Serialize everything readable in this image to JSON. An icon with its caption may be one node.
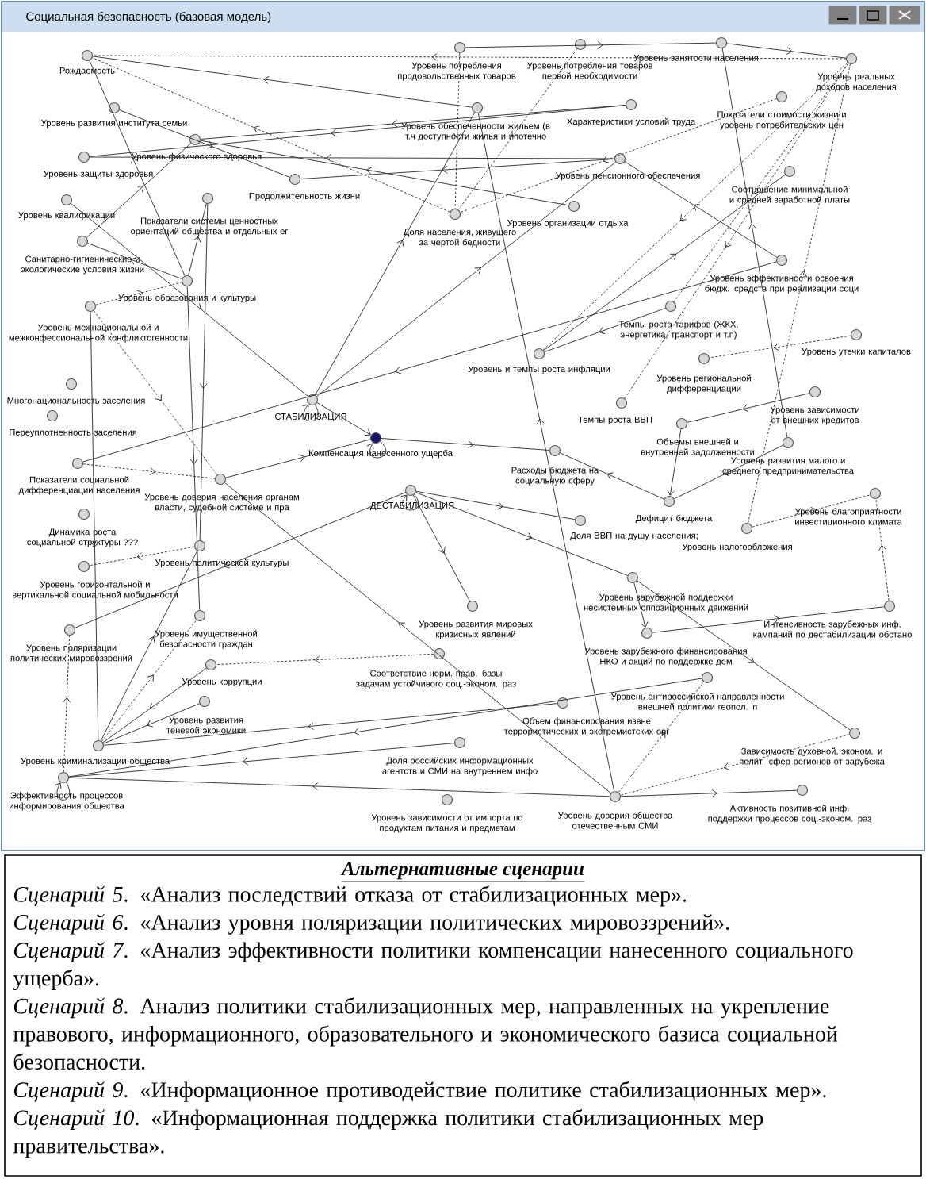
{
  "diagram": {
    "title": "Социальная безопасность (базовая модель)",
    "nodes": [
      {
        "text": [
          "Рождаемость"
        ]
      },
      {
        "text": [
          "Уровень развития института семьи"
        ]
      },
      {
        "text": [
          "Уровень физического здоровья"
        ]
      },
      {
        "text": [
          "Уровень защиты здоровья"
        ]
      },
      {
        "text": [
          "Продолжительность жизни"
        ]
      },
      {
        "text": [
          "Уровень квалификации"
        ]
      },
      {
        "text": [
          "Показатели системы ценностных ориентаций общества и отдельных ег"
        ]
      },
      {
        "text": [
          "Санитарно-гигиенические и экологические условия жизни"
        ]
      },
      {
        "text": [
          "Уровень образования и культуры"
        ]
      },
      {
        "text": [
          "Уровень межнациональной и межконфессиональной конфликтогенности"
        ]
      },
      {
        "text": [
          "Многонациональность заселения"
        ]
      },
      {
        "text": [
          "Переуплотненность заселения"
        ]
      },
      {
        "text": [
          "СТАБИЛИЗАЦИЯ"
        ]
      },
      {
        "text": [
          "Уровень потребления продовольственных товаров"
        ]
      },
      {
        "text": [
          "Уровень потребления товаров первой необходимости"
        ]
      },
      {
        "text": [
          "Уровень обеспеченности жильем (в т.ч доступности жилья и ипотечно"
        ]
      },
      {
        "text": [
          "Характеристики условий труда"
        ]
      },
      {
        "text": [
          "Уровень пенсионного обеспечения"
        ]
      },
      {
        "text": [
          "Доля населения, живущего за чертой бедности"
        ]
      },
      {
        "text": [
          "Уровень организации отдыха"
        ]
      },
      {
        "text": [
          "Уровень занятости населения"
        ]
      },
      {
        "text": [
          "Уровень реальных доходов населения"
        ]
      },
      {
        "text": [
          "Показатели стоимости жизни и уровень потребительских цен"
        ]
      },
      {
        "text": [
          "Соотношение минимальной и средней заработной платы"
        ]
      },
      {
        "text": [
          "Уровень эффективности освоения бюдж. средств при реализации соци"
        ]
      },
      {
        "text": [
          "Темпы роста тарифов (ЖКХ, энергетика, транспорт и т.п)"
        ]
      },
      {
        "text": [
          "Уровень утечки капиталов"
        ]
      },
      {
        "text": [
          "Уровень и темпы роста инфляции"
        ]
      },
      {
        "text": [
          "Уровень региональной дифференциации"
        ]
      },
      {
        "text": [
          "Темпы роста ВВП"
        ]
      },
      {
        "text": [
          "Уровень зависимости от внешних кредитов"
        ]
      },
      {
        "text": [
          "Объемы внешней и внутренней задолженности"
        ]
      },
      {
        "text": [
          "Уровень развития малого и среднего предпринимательства"
        ]
      },
      {
        "text": [
          "Компенсация нанесенного ущерба"
        ]
      },
      {
        "text": [
          "Расходы бюджета на социальную сферу"
        ]
      },
      {
        "text": [
          "Дефицит бюджета"
        ]
      },
      {
        "text": [
          "Уровень благоприятности инвестиционного климата"
        ]
      },
      {
        "text": [
          "ДЕСТАБИЛИЗАЦИЯ"
        ]
      },
      {
        "text": [
          "Доля ВВП на душу населения;"
        ]
      },
      {
        "text": [
          "Уровень налогообложения"
        ]
      },
      {
        "text": [
          "Показатели социальной дифференциации населения"
        ]
      },
      {
        "text": [
          "Уровень доверия населения органам власти, судебной системе и пра"
        ]
      },
      {
        "text": [
          "Динамика роста социальной структуры ???"
        ]
      },
      {
        "text": [
          "Уровень горизонтальной и вертикальной социальной мобильности"
        ]
      },
      {
        "text": [
          "Уровень политической культуры"
        ]
      },
      {
        "text": [
          "Уровень поляризации политических мировоззрений"
        ]
      },
      {
        "text": [
          "Уровень имущественной безопасности граждан"
        ]
      },
      {
        "text": [
          "Уровень развития мировых кризисных явлений"
        ]
      },
      {
        "text": [
          "Уровень зарубежной поддержки несистемных оппозиционных движений"
        ]
      },
      {
        "text": [
          "Интенсивность зарубежных инф. кампаний по дестабилизации обстано"
        ]
      },
      {
        "text": [
          "Соответствие норм.-прав. базы задачам устойчивого соц.-эконом. раз"
        ]
      },
      {
        "text": [
          "Уровень коррупции"
        ]
      },
      {
        "text": [
          "Уровень развития теневой экономики"
        ]
      },
      {
        "text": [
          "Уровень зарубежного финансирования НКО и акций по поддержке дем"
        ]
      },
      {
        "text": [
          "Уровень антироссийской направленности внешней политики геопол. п"
        ]
      },
      {
        "text": [
          "Объем финансирования извне террористических и экстремистских орг"
        ]
      },
      {
        "text": [
          "Уровень криминализации общества"
        ]
      },
      {
        "text": [
          "Эффективность процессов информирования общества"
        ]
      },
      {
        "text": [
          "Зависимость духовной, эконом. и полит. сфер регионов от зарубежа"
        ]
      },
      {
        "text": [
          "Доля российских информационных агентств и СМИ на внутреннем инфо"
        ]
      },
      {
        "text": [
          "Активность позитивной инф. поддержки процессов соц.-эконом. раз"
        ]
      },
      {
        "text": [
          "Уровень зависимости от импорта по продуктам питания и предметам"
        ]
      },
      {
        "text": [
          "Уровень доверия общества отечественным СМИ"
        ]
      }
    ],
    "edges": [
      {
        "from": 20,
        "to": 21,
        "arrow": "to"
      },
      {
        "from": 13,
        "to": 20,
        "arrow": "to"
      },
      {
        "from": 15,
        "to": 0,
        "arrow": "to"
      },
      {
        "from": 21,
        "to": 0,
        "arrow": "to",
        "style": "dashed"
      },
      {
        "from": 18,
        "to": 0,
        "arrow": "to",
        "style": "dashed"
      },
      {
        "from": 1,
        "to": 4,
        "arrow": "to"
      },
      {
        "from": 17,
        "to": 3,
        "arrow": "to"
      },
      {
        "from": 17,
        "to": 4,
        "arrow": "to"
      },
      {
        "from": 19,
        "to": 2,
        "arrow": "to"
      },
      {
        "from": 16,
        "to": 2,
        "arrow": "to"
      },
      {
        "from": 16,
        "to": 3,
        "arrow": "to"
      },
      {
        "from": 22,
        "to": 18,
        "arrow": "to",
        "style": "dashed"
      },
      {
        "from": 13,
        "to": 18,
        "arrow": "to",
        "style": "dashed"
      },
      {
        "from": 14,
        "to": 18,
        "arrow": "to",
        "style": "dashed"
      },
      {
        "from": 62,
        "to": 15,
        "arrow": "to"
      },
      {
        "from": 32,
        "to": 20,
        "arrow": "to"
      },
      {
        "from": 21,
        "to": 25,
        "arrow": "to",
        "style": "dashed"
      },
      {
        "from": 21,
        "to": 29,
        "arrow": "to",
        "style": "dashed"
      },
      {
        "from": 21,
        "to": 27,
        "arrow": "to",
        "style": "dashed"
      },
      {
        "from": 27,
        "to": 23,
        "arrow": "to"
      },
      {
        "from": 24,
        "to": 17,
        "arrow": "to"
      },
      {
        "from": 25,
        "to": 27,
        "arrow": "to"
      },
      {
        "from": 26,
        "to": 28,
        "arrow": "to",
        "style": "dashed"
      },
      {
        "from": 30,
        "to": 31,
        "arrow": "to"
      },
      {
        "from": 31,
        "to": 35,
        "arrow": "to"
      },
      {
        "from": 35,
        "to": 34,
        "arrow": "to"
      },
      {
        "from": 32,
        "to": 35,
        "arrow": "to"
      },
      {
        "from": 37,
        "to": 38,
        "arrow": "to"
      },
      {
        "from": 37,
        "to": 48,
        "arrow": "to"
      },
      {
        "from": 37,
        "to": 47,
        "arrow": "to"
      },
      {
        "from": 37,
        "to": 45,
        "arrow": "to"
      },
      {
        "from": 12,
        "to": 33,
        "arrow": "to"
      },
      {
        "from": 33,
        "to": 34,
        "arrow": "to"
      },
      {
        "from": 12,
        "to": 15,
        "arrow": "to"
      },
      {
        "from": 12,
        "to": 17,
        "arrow": "to"
      },
      {
        "from": 24,
        "to": 40,
        "arrow": "to"
      },
      {
        "from": 41,
        "to": 33,
        "arrow": "to"
      },
      {
        "from": 40,
        "to": 41,
        "arrow": "to",
        "style": "dashed"
      },
      {
        "from": 62,
        "to": 41,
        "arrow": "to"
      },
      {
        "from": 8,
        "to": 6,
        "arrow": "to"
      },
      {
        "from": 8,
        "to": 0,
        "arrow": "to"
      },
      {
        "from": 8,
        "to": 7,
        "arrow": "to"
      },
      {
        "from": 7,
        "to": 2,
        "arrow": "to"
      },
      {
        "from": 5,
        "to": 12,
        "arrow": "to"
      },
      {
        "from": 9,
        "to": 56,
        "arrow": "to"
      },
      {
        "from": 56,
        "to": 44,
        "arrow": "to"
      },
      {
        "from": 56,
        "to": 46,
        "arrow": "to",
        "style": "dashed"
      },
      {
        "from": 51,
        "to": 56,
        "arrow": "to"
      },
      {
        "from": 52,
        "to": 56,
        "arrow": "to"
      },
      {
        "from": 59,
        "to": 57,
        "arrow": "to"
      },
      {
        "from": 62,
        "to": 57,
        "arrow": "to"
      },
      {
        "from": 57,
        "to": 45,
        "arrow": "to",
        "style": "dashed"
      },
      {
        "from": 62,
        "to": 60,
        "arrow": "to"
      },
      {
        "from": 58,
        "to": 62,
        "arrow": "to",
        "style": "dashed"
      },
      {
        "from": 62,
        "to": 54,
        "arrow": "to",
        "style": "dashed"
      },
      {
        "from": 55,
        "to": 56,
        "arrow": "to"
      },
      {
        "from": 54,
        "to": 57,
        "arrow": "to"
      },
      {
        "from": 53,
        "to": 49,
        "arrow": "to"
      },
      {
        "from": 48,
        "to": 58,
        "arrow": "to"
      },
      {
        "from": 48,
        "to": 53,
        "arrow": "to"
      },
      {
        "from": 49,
        "to": 36,
        "arrow": "to",
        "style": "dashed"
      },
      {
        "from": 39,
        "to": 36,
        "arrow": "to",
        "style": "dashed"
      },
      {
        "from": 39,
        "to": 21,
        "arrow": "to",
        "style": "dashed"
      },
      {
        "from": 50,
        "to": 51,
        "arrow": "to",
        "style": "dashed"
      },
      {
        "from": 6,
        "to": 44,
        "arrow": "to"
      },
      {
        "from": 8,
        "to": 46,
        "arrow": "to"
      },
      {
        "from": 9,
        "to": 8,
        "arrow": "to",
        "style": "dashed"
      },
      {
        "from": 9,
        "to": 41,
        "arrow": "to",
        "style": "dashed"
      },
      {
        "from": 44,
        "to": 43,
        "arrow": "to",
        "style": "dashed"
      },
      {
        "from": 12,
        "to": 12,
        "arrow": "to"
      },
      {
        "from": 33,
        "to": 33,
        "arrow": "to"
      },
      {
        "from": 37,
        "to": 37,
        "arrow": "to"
      },
      {
        "from": 57,
        "to": 57,
        "arrow": "to"
      }
    ],
    "labels": [
      "Альтернативные сценарии",
      "*Сценарий 5*. «Анализ последствий отказа от стабилизационных мер».",
      "*Сценарий 6*. «Анализ уровня поляризации политических мировоззрений».",
      "*Сценарий 7*. «Анализ эффективности политики компенсации нанесенного социального ущерба».",
      "*Сценарий 8*. Анализ политики стабилизационных мер, направленных на укрепление правового, информационного, образовательного и экономического базиса социальной безопасности.",
      "*Сценарий 9*. «Информационное противодействие политике стабилизационных мер».",
      "*Сценарий 10*. «Информационная поддержка политики стабилизационных мер правительства»."
    ]
  }
}
